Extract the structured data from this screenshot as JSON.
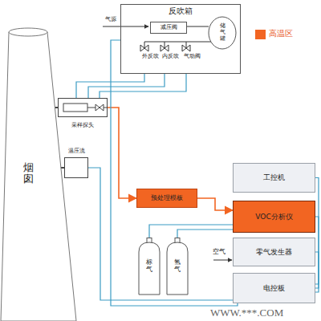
{
  "diagram": {
    "nodes": [
      {
        "text": [
          "反吹箱"
        ]
      },
      {
        "text": [
          "减压阀"
        ],
        "in": 0
      },
      {
        "text": [
          "储气罐"
        ],
        "in": 0
      },
      {
        "text": [
          "烟囱"
        ]
      },
      {
        "text": [
          "采样探头"
        ]
      },
      {
        "text": [
          "温压流"
        ]
      },
      {
        "text": [
          "预处理模板"
        ]
      },
      {
        "text": [
          "工控机"
        ]
      },
      {
        "text": [
          "VOC分析仪"
        ]
      },
      {
        "text": [
          "零气发生器"
        ]
      },
      {
        "text": [
          "标气"
        ]
      },
      {
        "text": [
          "氢气"
        ]
      },
      {
        "text": [
          "电控板"
        ]
      }
    ],
    "edges": [
      {
        "from": 0,
        "to": 4,
        "arrow": "none"
      },
      {
        "from": 0,
        "to": 4,
        "arrow": "none"
      },
      {
        "from": 0,
        "to": 4,
        "arrow": "none"
      },
      {
        "from": 4,
        "to": 6,
        "arrow": "to"
      },
      {
        "from": 6,
        "to": 8,
        "arrow": "to"
      },
      {
        "from": 10,
        "to": 8,
        "arrow": "none"
      },
      {
        "from": 11,
        "to": 8,
        "arrow": "none"
      },
      {
        "from": 12,
        "to": 5,
        "arrow": "none"
      },
      {
        "from": 12,
        "to": 0,
        "arrow": "none"
      },
      {
        "from": 12,
        "to": 7,
        "arrow": "none"
      },
      {
        "from": 12,
        "to": 8,
        "arrow": "none"
      },
      {
        "from": 12,
        "to": 9,
        "arrow": "none"
      }
    ],
    "labels": [
      "气源",
      "外反吹",
      "内反吹",
      "气动阀",
      "空气",
      "WWW.***.COM"
    ],
    "legend": [
      {
        "text": "高温区",
        "color": "#f26522"
      }
    ]
  }
}
